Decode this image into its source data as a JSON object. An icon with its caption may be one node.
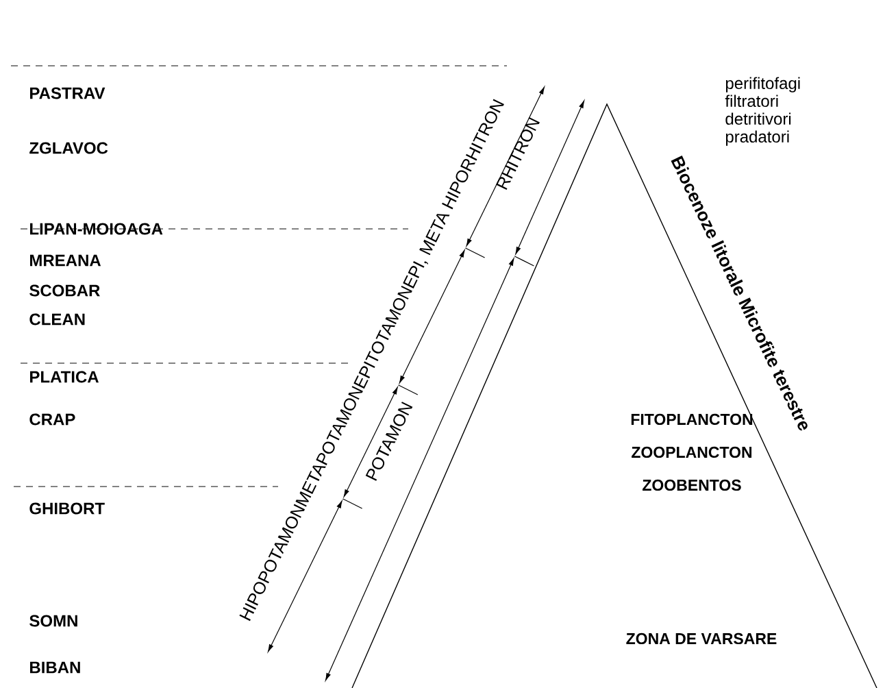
{
  "diagram": {
    "labels": [
      "PASTRAV",
      "ZGLAVOC",
      "LIPAN-MOIOAGA",
      "MREANA",
      "SCOBAR",
      "CLEAN",
      "PLATICA",
      "CRAP",
      "GHIBORT",
      "SOMN",
      "BIBAN",
      "HIPOPOTAMONMETAPOTAMONEPITOTAMONEPI, META HIPORHITRON",
      "RHITRON",
      "perifitofagi filtratori detritivori pradatori",
      "Biocenoze litorale Microfite terestre",
      "POTAMON",
      "FITOPLANCTON",
      "ZOOPLANCTON",
      "ZOOBENTOS",
      "ZONA DE VARSARE"
    ]
  }
}
